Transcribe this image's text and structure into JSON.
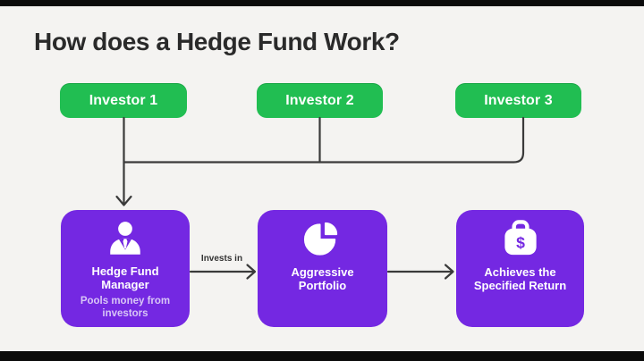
{
  "title": "How does a Hedge Fund Work?",
  "investors": [
    {
      "label": "Investor 1"
    },
    {
      "label": "Investor 2"
    },
    {
      "label": "Investor 3"
    }
  ],
  "flow": {
    "manager": {
      "title": "Hedge Fund Manager",
      "subtitle": "Pools money from investors",
      "icon": "manager-person-icon"
    },
    "portfolio": {
      "title": "Aggressive Portfolio",
      "icon": "pie-chart-icon"
    },
    "outcome": {
      "title": "Achieves the Specified Return",
      "icon": "money-bag-icon",
      "bag_symbol": "$"
    }
  },
  "labels": {
    "invests_in": "Invests in"
  },
  "colors": {
    "background": "#f4f3f1",
    "letterbox_bar": "#0b0b0b",
    "investor_green": "#21be52",
    "card_purple": "#7428e2",
    "connector_line": "#3a3a3a",
    "title_text": "#2a2a2a",
    "card_subtitle_text": "#d8c6f6"
  }
}
